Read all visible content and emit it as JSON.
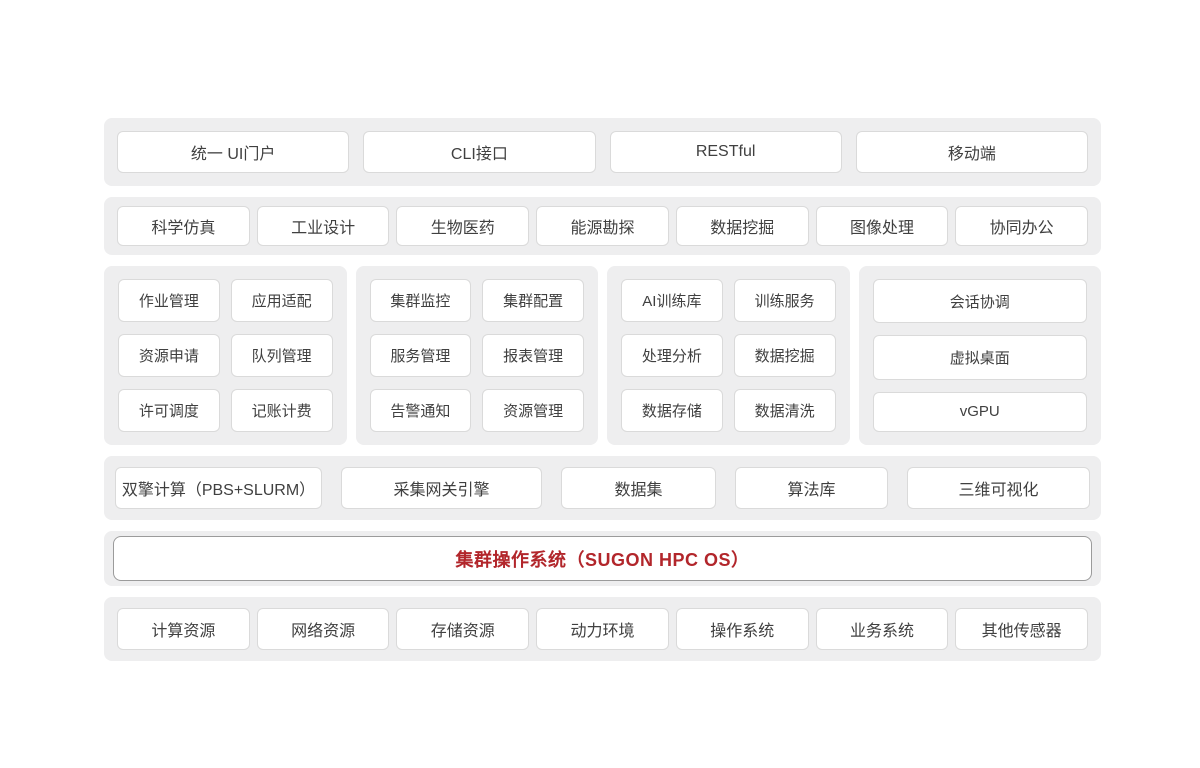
{
  "colors": {
    "page_bg": "#ffffff",
    "band_bg": "#eeeeef",
    "box_bg": "#ffffff",
    "box_border": "#dadada",
    "os_border": "#9b9b9b",
    "text": "#404040",
    "accent_red": "#b2262b"
  },
  "layers": {
    "access": {
      "items": [
        "统一 UI门户",
        "CLI接口",
        "RESTful",
        "移动端"
      ]
    },
    "applications": {
      "items": [
        "科学仿真",
        "工业设计",
        "生物医药",
        "能源勘探",
        "数据挖掘",
        "图像处理",
        "协同办公"
      ]
    },
    "modules": {
      "groups": [
        {
          "name": "job-management",
          "columns": 2,
          "items": [
            "作业管理",
            "应用适配",
            "资源申请",
            "队列管理",
            "许可调度",
            "记账计费"
          ]
        },
        {
          "name": "cluster-management",
          "columns": 2,
          "items": [
            "集群监控",
            "集群配置",
            "服务管理",
            "报表管理",
            "告警通知",
            "资源管理"
          ]
        },
        {
          "name": "ai-data",
          "columns": 2,
          "items": [
            "AI训练库",
            "训练服务",
            "处理分析",
            "数据挖掘",
            "数据存储",
            "数据清洗"
          ]
        },
        {
          "name": "virtualization",
          "columns": 1,
          "items": [
            "会话协调",
            "虚拟桌面",
            "vGPU"
          ]
        }
      ]
    },
    "engines": {
      "items": [
        "双擎计算（PBS+SLURM）",
        "采集网关引擎",
        "数据集",
        "算法库",
        "三维可视化"
      ]
    },
    "os": {
      "label": "集群操作系统（SUGON HPC OS）"
    },
    "resources": {
      "items": [
        "计算资源",
        "网络资源",
        "存储资源",
        "动力环境",
        "操作系统",
        "业务系统",
        "其他传感器"
      ]
    }
  }
}
